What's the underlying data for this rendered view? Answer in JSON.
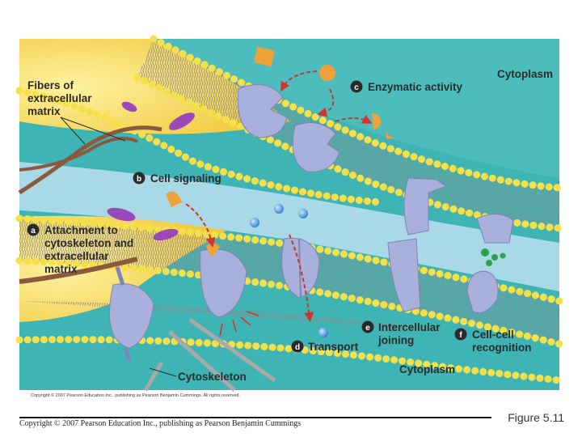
{
  "labels": {
    "fibers": [
      "Fibers of",
      "extracellular",
      "matrix"
    ],
    "cytoplasm_top": "Cytoplasm",
    "enzymatic": "Enzymatic activity",
    "signaling": "Cell signaling",
    "attachment": [
      "Attachment to",
      "cytoskeleton and",
      "extracellular",
      "matrix"
    ],
    "intercellular": [
      "Intercellular",
      "joining"
    ],
    "recognition": [
      "Cell-cell",
      "recognition"
    ],
    "transport": "Transport",
    "cytoskeleton": "Cytoskeleton",
    "cytoplasm_bottom": "Cytoplasm",
    "copyright_small": "Copyright © 2007 Pearson Education Inc., publishing as Pearson Benjamin Cummings. All rights reserved."
  },
  "badges": {
    "a": "a",
    "b": "b",
    "c": "c",
    "d": "d",
    "e": "e",
    "f": "f"
  },
  "footer": {
    "copyright": "Copyright © 2007 Pearson Education Inc., publishing as Pearson Benjamin Cummings",
    "figure": "Figure 5.11"
  },
  "colors": {
    "background_teal": "#3fb4b4",
    "extracellular_blue": "#a9d9e6",
    "cytoplasm_yellow": "#f2cf46",
    "lipid_head": "#f6e04a",
    "protein_lavender": "#aab0dc",
    "arrow_red": "#d0342c"
  }
}
